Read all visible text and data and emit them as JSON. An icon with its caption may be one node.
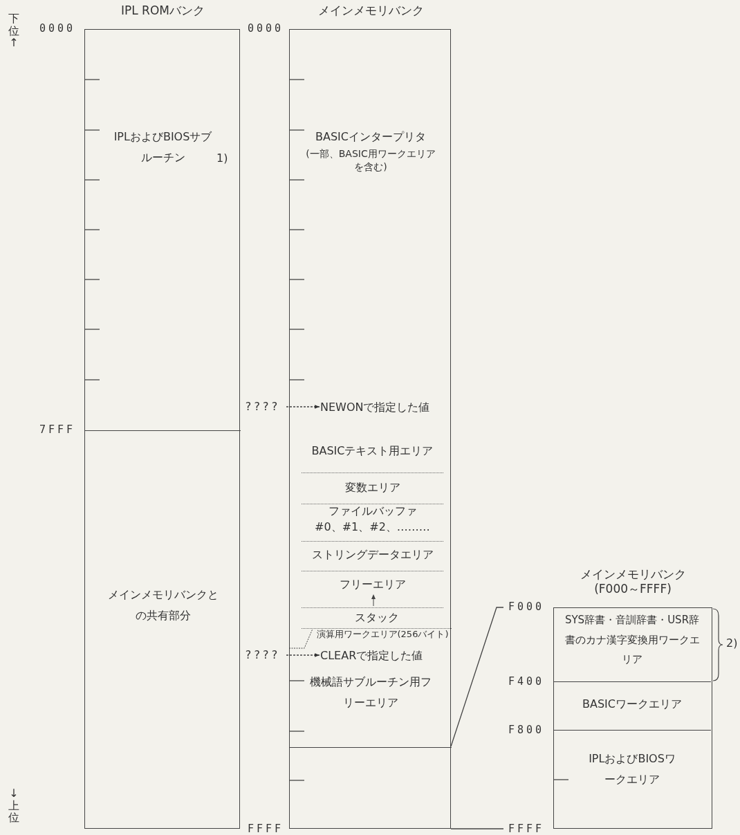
{
  "diagram": {
    "nodes": [
      {
        "text": [
          "IPL ROMバンク"
        ]
      },
      {
        "text": [
          "IPLおよびBIOSサブルーチン",
          "1)"
        ],
        "in": 0
      },
      {
        "text": [
          "メインメモリバンクとの共有部分"
        ],
        "in": 0
      },
      {
        "text": [
          "メインメモリバンク"
        ]
      },
      {
        "text": [
          "BASICインタープリタ",
          "(一部、BASIC用ワークエリアを含む)"
        ],
        "in": 3
      },
      {
        "text": [
          "????"
        ]
      },
      {
        "text": [
          "NEWONで指定した値"
        ],
        "in": 3
      },
      {
        "text": [
          "BASICテキスト用エリア"
        ],
        "in": 3
      },
      {
        "text": [
          "変数エリア"
        ],
        "in": 3
      },
      {
        "text": [
          "ファイルバッファ",
          "#0、#1、#2、………"
        ],
        "in": 3
      },
      {
        "text": [
          "ストリングデータエリア"
        ],
        "in": 3
      },
      {
        "text": [
          "フリーエリア"
        ],
        "in": 3
      },
      {
        "text": [
          "スタック"
        ],
        "in": 3
      },
      {
        "text": [
          "演算用ワークエリア(256バイト)"
        ],
        "in": 3
      },
      {
        "text": [
          "????"
        ]
      },
      {
        "text": [
          "CLEARで指定した値"
        ],
        "in": 3
      },
      {
        "text": [
          "機械語サブルーチン用フリーエリア"
        ],
        "in": 3
      },
      {
        "text": [],
        "shape": "box",
        "in": 3
      },
      {
        "text": [
          "メインメモリバンク(F000～FFFF)"
        ]
      },
      {
        "text": [
          "SYS辞書・音訓辞書・USR辞書のカナ漢字変換用ワークエリア"
        ],
        "beside": [
          "2)"
        ],
        "in": 18
      },
      {
        "text": [
          "BASICワークエリア"
        ],
        "in": 18
      },
      {
        "text": [
          "IPLおよびBIOSワークエリア"
        ],
        "in": 18
      }
    ],
    "edges": [
      {
        "from": 5,
        "to": 6,
        "arrow": "to",
        "style": "dashed"
      },
      {
        "from": 14,
        "to": 15,
        "arrow": "to",
        "style": "dashed"
      },
      {
        "from": 17,
        "to": 18,
        "arrow": "none"
      },
      {
        "from": 17,
        "to": 18,
        "arrow": "none"
      }
    ],
    "labels": [
      "下位↑",
      "0000",
      "0000",
      "7FFF",
      "↓上位",
      "FFFF",
      "F000",
      "F400",
      "F800",
      "FFFF"
    ]
  }
}
